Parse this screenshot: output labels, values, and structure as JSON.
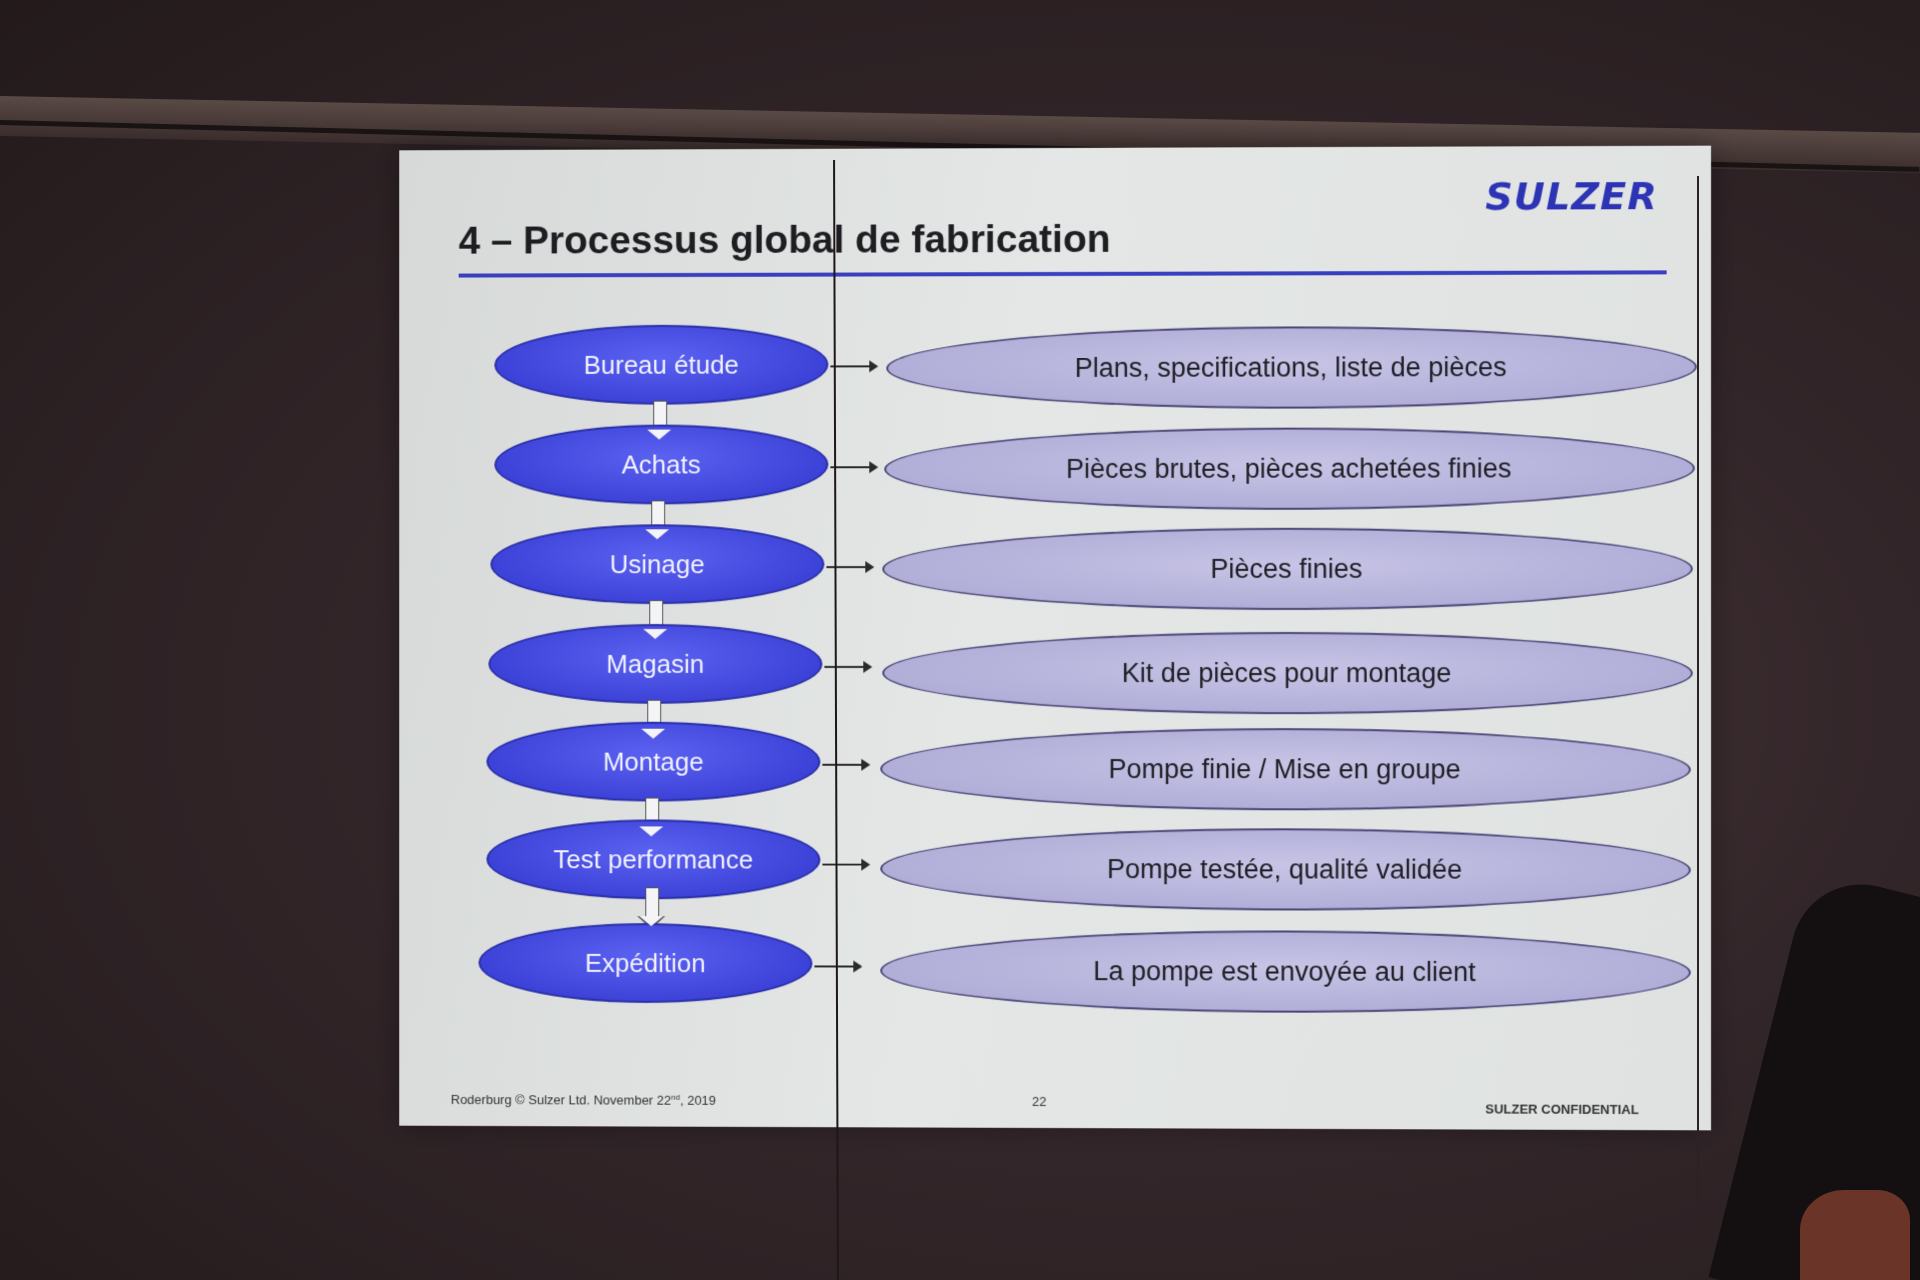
{
  "slide": {
    "title": "4 – Processus global de fabrication",
    "logo": "SULZER",
    "footer_left_prefix": "Roderburg © Sulzer Ltd. November 22",
    "footer_left_sup": "nd",
    "footer_left_suffix": ", 2019",
    "page_number": "22",
    "footer_right": "SULZER CONFIDENTIAL",
    "accent_color": "#3a3fbf",
    "steps": [
      {
        "label": "Bureau étude",
        "output": "Plans, specifications, liste de pièces"
      },
      {
        "label": "Achats",
        "output": "Pièces brutes, pièces achetées finies"
      },
      {
        "label": "Usinage",
        "output": "Pièces finies"
      },
      {
        "label": "Magasin",
        "output": "Kit de pièces pour montage"
      },
      {
        "label": "Montage",
        "output": "Pompe finie / Mise en groupe"
      },
      {
        "label": "Test performance",
        "output": "Pompe testée, qualité validée"
      },
      {
        "label": "Expédition",
        "output": "La pompe est envoyée au client"
      }
    ]
  }
}
